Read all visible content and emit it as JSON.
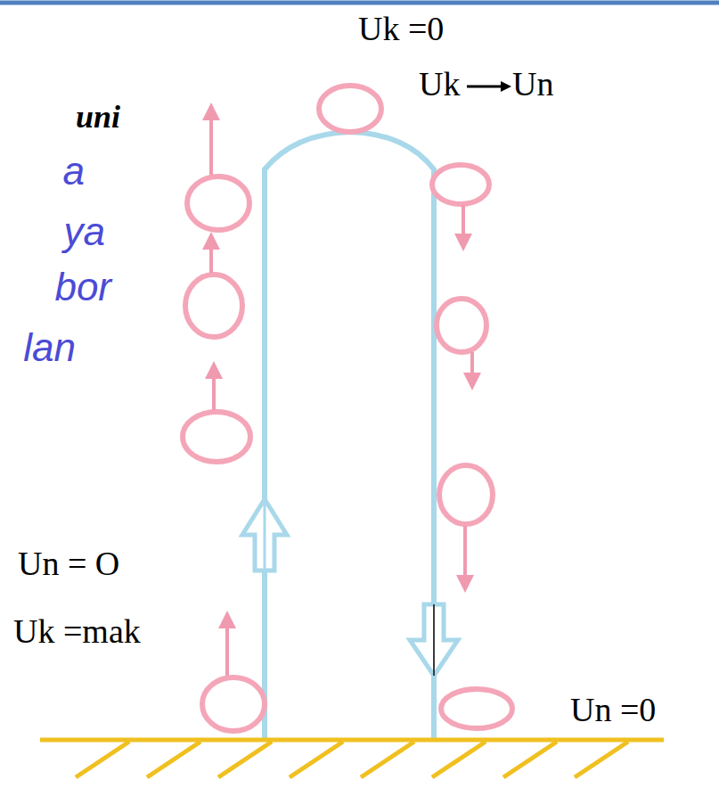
{
  "diagram": {
    "labels": [
      "uni",
      "a",
      "ya",
      "bor",
      "lan",
      "Uk =0",
      "Uk",
      "Un",
      "Un = O",
      "Uk =mak",
      "Un =0"
    ]
  }
}
